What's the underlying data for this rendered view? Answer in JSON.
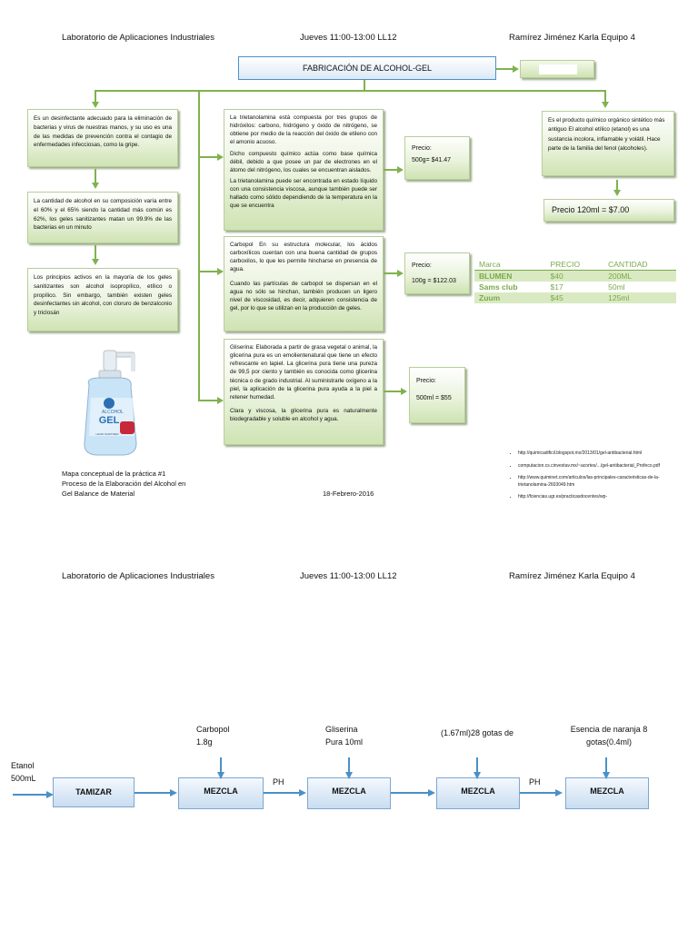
{
  "page1": {
    "header": {
      "lab": "Laboratorio de Aplicaciones Industriales",
      "schedule": "Jueves 11:00-13:00 LL12",
      "author": "Ramírez Jiménez Karla  Equipo 4"
    },
    "title": "FABRICACIÓN DE ALCOHOL-GEL",
    "left_boxes": [
      "Es un desinfectante adecuado para la eliminación de bacterias y virus de nuestras manos, y su uso es una de las medidas de prevención contra el contagio de enfermedades infecciosas, como la gripe.",
      "La cantidad de alcohol en su composición varía entre el 60% y el 65% siendo la cantidad más común es 62%, los geles sanitizantes matan un 99.9% de las bacterias en un minuto",
      "Los principios activos en la mayoría de los geles sanitizantes son alcohol isopropílico, etílico o propílico. Sin embargo, también existen geles desinfectantes sin alcohol, con cloruro de benzalconio y triclosán"
    ],
    "middle_boxes": [
      {
        "paragraphs": [
          "La trietanolamina está compuesta por tres grupos de hidróxilos: carbono, hidrógeno y óxido de nitrógeno, se obtiene por medio de la reacción del óxido de etileno con el amonio acuoso.",
          "Dicho compuesto químico actúa como base química débil, debido a que posee un par de electrones en el átomo del nitrógeno, los cuales se encuentran aislados.",
          "La trietanolamina puede ser encontrada en estado líquido con una consistencia viscosa, aunque también puede ser hallado como sólido dependiendo de la temperatura en la que se encuentra"
        ]
      },
      {
        "paragraphs": [
          "Carbopol En su estructura molecular, los ácidos carboxílicos cuentan con una buena cantidad de grupos carboxilos, lo que les permite hincharse en presencia de agua.",
          "Cuando las partículas de carbopol se dispersan en el agua no sólo se hinchan, también producen un ligero nivel de viscosidad, es decir, adquieren consistencia de gel, por lo que se utilizan en la producción de geles."
        ]
      },
      {
        "paragraphs": [
          "Gliserina: Elaborada a partir de grasa vegetal o animal, la glicerina pura es un emolientenatural que tiene un efecto refrescante en lapiel. La glicerina pura tiene una pureza de 99,5 por ciento y también es conocida como glicerina técnica o de grado industrial. Al suministrarle oxígeno a la piel, la aplicación de la glicerina pura ayuda a la piel a retener humedad.",
          "Clara y viscosa, la glicerina pura es naturalmente biodegradable y soluble en alcohol y agua."
        ]
      }
    ],
    "prices": [
      {
        "label": "Precio:",
        "value": "500g= $41.47"
      },
      {
        "label": "Precio:",
        "value": "100g = $122.03"
      },
      {
        "label": "Precio:",
        "value": "500ml = $55"
      }
    ],
    "right_box": "Es el producto químico orgánico sintético más antiguo El alcohol etílico (etanol) es una sustancia incolora, inflamable y volátil. Hace parte de la familia del fenol (alcoholes).",
    "right_price": "Precio 120ml = $7.00",
    "brands_table": {
      "headers": [
        "Marca",
        "PRECIO",
        "CANTIDAD"
      ],
      "rows": [
        [
          "BLUMEN",
          "$40",
          "200ML"
        ],
        [
          "Sams club",
          "$17",
          "50ml"
        ],
        [
          "Zuum",
          "$45",
          "125ml"
        ]
      ]
    },
    "product_image": {
      "brand": "ALCOHOL",
      "product": "GEL",
      "sub": "HAND SANITIZER"
    },
    "references": [
      "http://quimicadificil.blogspot.mx/2013/01/gel-antibacterial.html",
      "computacion.cs.cinvestav.mx/~acortes/.../gel-antibacterial_Profeco.pdf",
      "http://www.quiminet.com/articulos/las-principales-caracteristicas-de-la-trietanolamina-2603049.htm",
      "http://fciencias.ugr.es/practicasdocentes/wp-"
    ],
    "footer": {
      "caption": "Mapa conceptual de la práctica #1 Proceso de la Elaboración del Alcohol en Gel Balance de Material",
      "date": "18-Febrero-2016"
    }
  },
  "page2": {
    "header": {
      "lab": "Laboratorio de Aplicaciones Industriales",
      "schedule": "Jueves 11:00-13:00 LL12",
      "author": "Ramírez Jiménez Karla  Equipo 4"
    },
    "input_label": "Etanol 500mL",
    "steps": [
      "TAMIZAR",
      "MEZCLA",
      "MEZCLA",
      "MEZCLA",
      "MEZCLA"
    ],
    "additions": [
      "Carbopol 1.8g",
      "Gliserina Pura 10ml",
      "(1.67ml)28 gotas de",
      "Esencia de naranja 8 gotas(0.4ml)"
    ],
    "ph_labels": [
      "PH",
      "PH"
    ]
  }
}
